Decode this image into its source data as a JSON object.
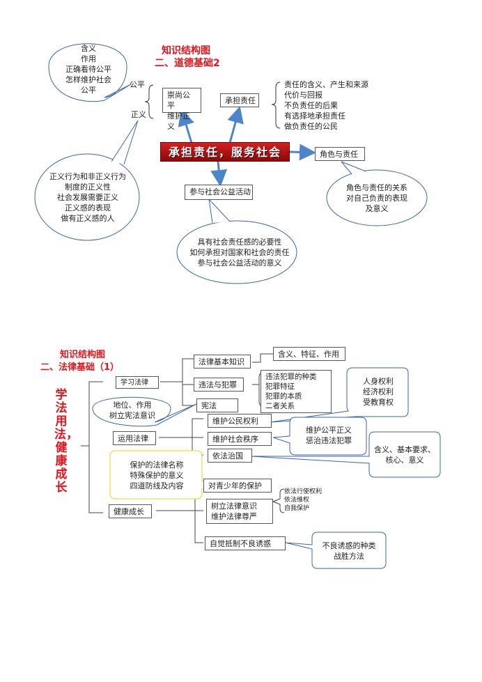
{
  "section1": {
    "title": "知识结构图",
    "subtitle": "二、道德基础2",
    "central": "承担责任，服务社会",
    "bubble_top_left": "含义\n作用\n正确看待公平\n怎样维护社会\n公平",
    "label_gongping": "公平",
    "label_zhengyi": "正义",
    "bubble_zhengyi": "正义行为和非正义行为\n制度的正义性\n社会发展需要正义\n正义感的表现\n做有正义感的人",
    "box_chongshang": "崇尚公平\n维护正义",
    "box_chengdan": "承担责任",
    "list_chengdan": "责任的含义、产生和来源\n代价与回报\n不负责任的后果\n有选择地承担责任\n做负责任的公民",
    "box_juese": "角色与责任",
    "bubble_juese": "角色与责任的关系\n对自己负责的表现\n及意义",
    "box_canyu": "参与社会公益活动",
    "bubble_canyu": "具有社会责任感的必要性\n如何承担对国家和社会的责任\n参与社会公益活动的意义"
  },
  "section2": {
    "title": "知识结构图",
    "subtitle": "二、法律基础（1）",
    "vertical_title": "学法用法，健康成长",
    "learn": "学习法律",
    "basic": "法律基本知识",
    "basic_detail": "含义、特征、作用",
    "crime": "违法与犯罪",
    "crime_detail": "违法犯罪的种类\n犯罪特征\n犯罪的本质\n二者关系",
    "constitution": "宪法",
    "bubble_constitution": "地位、作用\n树立宪法意识",
    "use": "运用法律",
    "rights": "维护公民权利",
    "bubble_rights": "人身权利\n经济权利\n受教育权",
    "order": "维护社会秩序",
    "bubble_order": "维护公平正义\n惩治违法犯罪",
    "rule": "依法治国",
    "bubble_rule": "含义、基本要求、\n核心、意义",
    "health": "健康成长",
    "bubble_protect": "保护的法律名称\n特殊保护的意义\n四道防线及内容",
    "protect": "对青少年的保护",
    "awareness": "树立法律意识\n维护法律尊严",
    "awareness_detail": "依法行使权利\n依法维权\n自我保护",
    "resist": "自觉抵制不良诱惑",
    "bubble_resist": "不良诱惑的种类\n战胜方法"
  },
  "colors": {
    "title_red": "#e8141c",
    "arrow_blue": "#4a86c8",
    "bubble_blue": "#3a66a8",
    "central_red": "#b81414",
    "callout_yellow": "#f0e060"
  }
}
